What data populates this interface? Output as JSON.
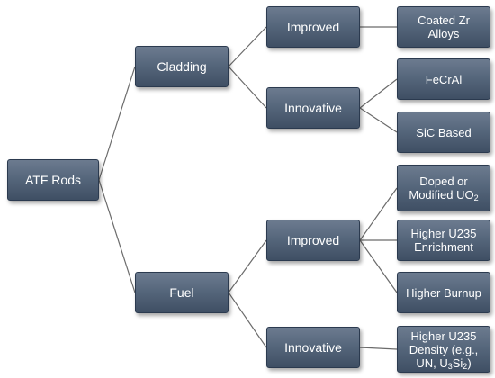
{
  "nodes": {
    "root": "ATF Rods",
    "cladding": "Cladding",
    "fuel": "Fuel",
    "cladding_improved": "Improved",
    "cladding_innovative": "Innovative",
    "fuel_improved": "Improved",
    "fuel_innovative": "Innovative",
    "coated": {
      "line1": "Coated Zr",
      "line2": "Alloys"
    },
    "fecral": "FeCrAl",
    "sic": "SiC Based",
    "doped": {
      "line1": "Doped or",
      "line2_text": "Modified UO",
      "line2_sub": "2"
    },
    "u235_enrichment": {
      "line1": "Higher U235",
      "line2": "Enrichment"
    },
    "burnup": "Higher Burnup",
    "u235_density": {
      "line1": "Higher U235",
      "line2": "Density (e.g.,",
      "line3_a": "UN, U",
      "line3_sub1": "3",
      "line3_b": "Si",
      "line3_sub2": "2",
      "line3_c": ")"
    }
  },
  "colors": {
    "node_top": "#6c7b8f",
    "node_bottom": "#3f4f64",
    "node_border": "#2b3a4f",
    "connector": "#6b6b6b",
    "text": "#ffffff"
  }
}
